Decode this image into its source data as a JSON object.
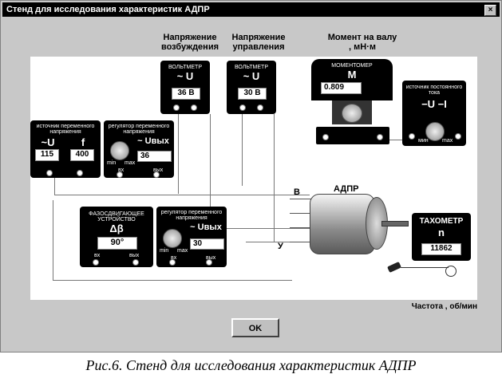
{
  "window": {
    "title": "Стенд для исследования характеристик АДПР",
    "close": "×"
  },
  "headers": {
    "excitation": "Напряжение возбуждения",
    "control": "Напряжение управления",
    "torque": "Момент на валу , мН·м"
  },
  "panels": {
    "voltmeter1": {
      "label": "ВОЛЬТМЕТР",
      "symbol": "~ U",
      "value": "36 В"
    },
    "voltmeter2": {
      "label": "ВОЛЬТМЕТР",
      "symbol": "~ U",
      "value": "30 В"
    },
    "momentometer": {
      "label": "МОМЕНТОМЕР",
      "symbol": "M",
      "value": "0.809"
    },
    "dc_source": {
      "label": "источник постоянного тока",
      "symbol": "−U −I",
      "min": "мин",
      "max": "max"
    },
    "ac_source": {
      "label": "источник переменного напряжения",
      "symbol_u": "~U",
      "symbol_f": "f",
      "value_u": "115",
      "value_f": "400"
    },
    "regulator1": {
      "label": "регулятор переменного напряжения",
      "symbol": "~ Uвых",
      "value": "36",
      "min": "min",
      "max": "max",
      "in": "вх",
      "out": "вых"
    },
    "phase_shifter": {
      "label": "ФАЗОСДВИГАЮЩЕЕ УСТРОЙСТВО",
      "symbol": "Δβ",
      "value": "90°",
      "in": "вх",
      "out": "вых"
    },
    "regulator2": {
      "label": "регулятор переменного напряжения",
      "symbol": "~ Uвых",
      "value": "30",
      "min": "min",
      "max": "max",
      "in": "вх",
      "out": "вых"
    },
    "tachometer": {
      "label": "ТАХОМЕТР",
      "symbol": "n",
      "value": "11862"
    }
  },
  "motor": {
    "label": "АДПР",
    "wire_b": "В",
    "wire_y": "У"
  },
  "status": "Частота , об/мин",
  "ok_button": "OK",
  "caption": "Рис.6. Стенд для исследования характеристик АДПР"
}
